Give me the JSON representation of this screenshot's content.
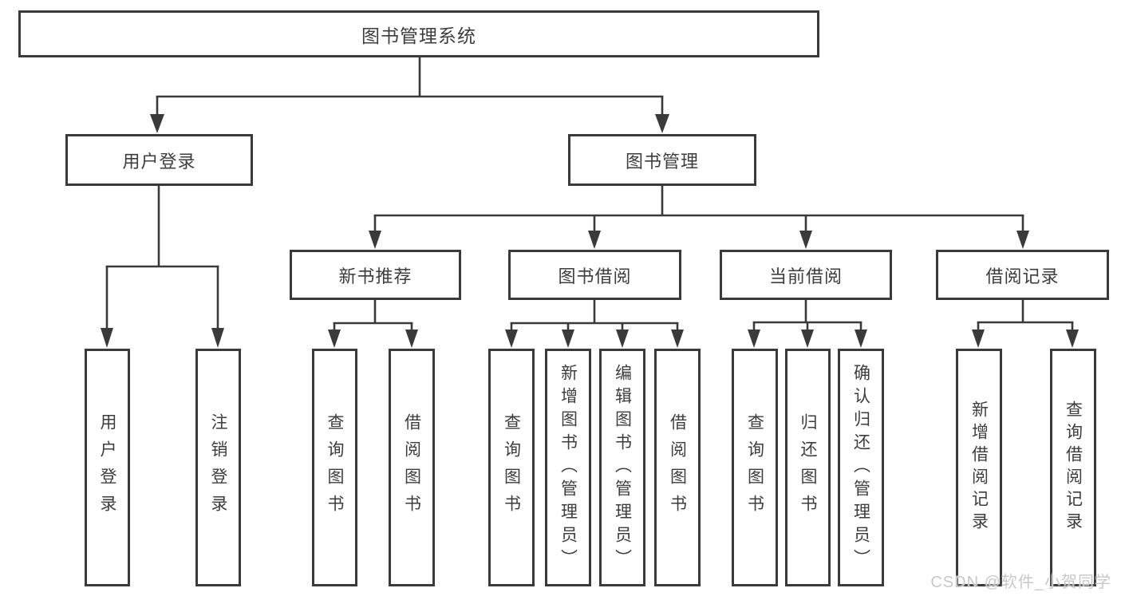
{
  "page": {
    "watermark": "CSDN @软件_小贺同学"
  },
  "palette": {
    "line_color": "#3a3a3a",
    "box_border_color": "#3a3a3a",
    "box_fill": "#ffffff",
    "text_color": "#3d3d3d",
    "watermark_color": "#c8c8c8",
    "background": "#ffffff"
  },
  "tree": {
    "root": {
      "label": "图书管理系统"
    },
    "branches": [
      {
        "label": "用户登录",
        "children": [
          "用户登录",
          "注销登录"
        ]
      },
      {
        "label": "图书管理",
        "sections": [
          {
            "label": "新书推荐",
            "children": [
              "查询图书",
              "借阅图书"
            ]
          },
          {
            "label": "图书借阅",
            "children": [
              "查询图书",
              "新增图书（管理员）",
              "编辑图书（管理员）",
              "借阅图书"
            ]
          },
          {
            "label": "当前借阅",
            "children": [
              "查询图书",
              "归还图书",
              "确认归还（管理员）"
            ]
          },
          {
            "label": "借阅记录",
            "children": [
              "新增借阅记录",
              "查询借阅记录"
            ]
          }
        ]
      }
    ]
  }
}
